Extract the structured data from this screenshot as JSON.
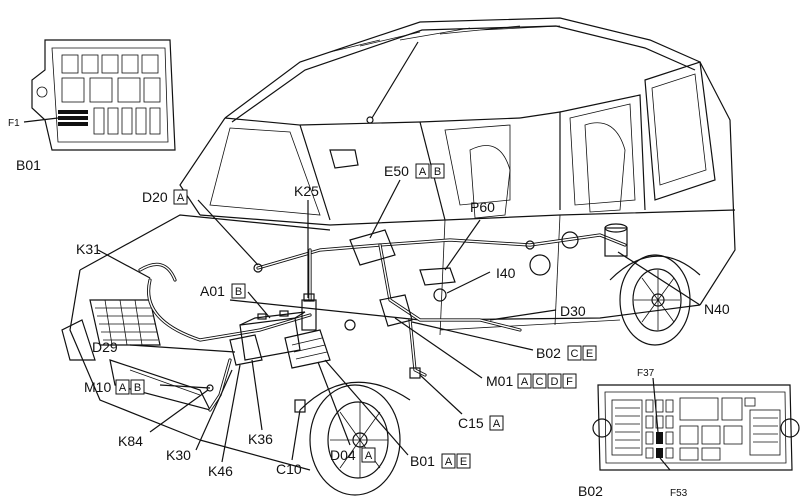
{
  "callouts": [
    {
      "code": "D20",
      "tags": [
        "A"
      ]
    },
    {
      "code": "K25",
      "tags": []
    },
    {
      "code": "E50",
      "tags": [
        "A",
        "B"
      ]
    },
    {
      "code": "P60",
      "tags": []
    },
    {
      "code": "K31",
      "tags": []
    },
    {
      "code": "I40",
      "tags": []
    },
    {
      "code": "A01",
      "tags": [
        "B"
      ]
    },
    {
      "code": "D30",
      "tags": []
    },
    {
      "code": "N40",
      "tags": []
    },
    {
      "code": "D29",
      "tags": []
    },
    {
      "code": "B02",
      "tags": [
        "C",
        "E"
      ]
    },
    {
      "code": "M10",
      "tags": [
        "A",
        "B"
      ]
    },
    {
      "code": "M01",
      "tags": [
        "A",
        "C",
        "D",
        "F"
      ]
    },
    {
      "code": "K84",
      "tags": []
    },
    {
      "code": "C15",
      "tags": [
        "A"
      ]
    },
    {
      "code": "K36",
      "tags": []
    },
    {
      "code": "K30",
      "tags": []
    },
    {
      "code": "K46",
      "tags": []
    },
    {
      "code": "C10",
      "tags": []
    },
    {
      "code": "D04",
      "tags": [
        "A"
      ]
    },
    {
      "code": "B01",
      "tags": [
        "A",
        "E"
      ]
    }
  ],
  "inset_b01": {
    "title": "B01",
    "fuse_label": "F1"
  },
  "inset_b02": {
    "title": "B02",
    "fuse_top": "F37",
    "fuse_bottom": "F53"
  }
}
